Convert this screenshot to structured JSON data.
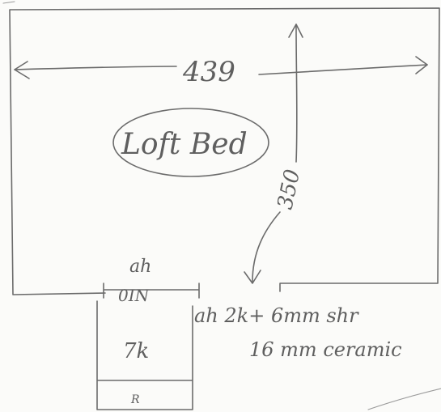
{
  "sketch": {
    "room_label": "Loft Bed",
    "width_dimension": "439",
    "depth_dimension": "350",
    "door_width_top": "ah",
    "door_width": "0IN",
    "wall_note_line1": "ah 2k+ 6mm shr",
    "wall_note_line2": "16 mm ceramic",
    "closet_label": "7k",
    "closet_bottom_label": "R"
  }
}
